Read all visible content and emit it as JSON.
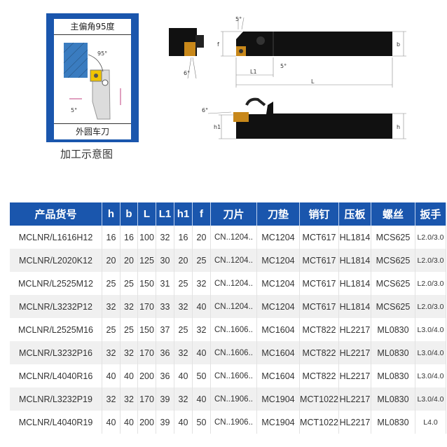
{
  "demo": {
    "top_caption": "主偏角95度",
    "bottom_caption": "外圆车刀",
    "label": "加工示意图",
    "angle": "95°",
    "angle2": "5°"
  },
  "drawing": {
    "angle_5a": "5°",
    "angle_5b": "5°",
    "angle_6a": "6°",
    "angle_6b": "6°",
    "f": "f",
    "b": "b",
    "L": "L",
    "L1": "L1",
    "h": "h",
    "h1": "h1"
  },
  "table": {
    "headers": [
      "产品货号",
      "h",
      "b",
      "L",
      "L1",
      "h1",
      "f",
      "刀片",
      "刀垫",
      "销钉",
      "压板",
      "螺丝",
      "扳手"
    ],
    "rows": [
      [
        "MCLNR/L1616H12",
        "16",
        "16",
        "100",
        "32",
        "16",
        "20",
        "CN..1204..",
        "MC1204",
        "MCT617",
        "HL1814",
        "MCS625",
        "L2.0/3.0"
      ],
      [
        "MCLNR/L2020K12",
        "20",
        "20",
        "125",
        "30",
        "20",
        "25",
        "CN..1204..",
        "MC1204",
        "MCT617",
        "HL1814",
        "MCS625",
        "L2.0/3.0"
      ],
      [
        "MCLNR/L2525M12",
        "25",
        "25",
        "150",
        "31",
        "25",
        "32",
        "CN..1204..",
        "MC1204",
        "MCT617",
        "HL1814",
        "MCS625",
        "L2.0/3.0"
      ],
      [
        "MCLNR/L3232P12",
        "32",
        "32",
        "170",
        "33",
        "32",
        "40",
        "CN..1204..",
        "MC1204",
        "MCT617",
        "HL1814",
        "MCS625",
        "L2.0/3.0"
      ],
      [
        "MCLNR/L2525M16",
        "25",
        "25",
        "150",
        "37",
        "25",
        "32",
        "CN..1606..",
        "MC1604",
        "MCT822",
        "HL2217",
        "ML0830",
        "L3.0/4.0"
      ],
      [
        "MCLNR/L3232P16",
        "32",
        "32",
        "170",
        "36",
        "32",
        "40",
        "CN..1606..",
        "MC1604",
        "MCT822",
        "HL2217",
        "ML0830",
        "L3.0/4.0"
      ],
      [
        "MCLNR/L4040R16",
        "40",
        "40",
        "200",
        "36",
        "40",
        "50",
        "CN..1606..",
        "MC1604",
        "MCT822",
        "HL2217",
        "ML0830",
        "L3.0/4.0"
      ],
      [
        "MCLNR/L3232P19",
        "32",
        "32",
        "170",
        "39",
        "32",
        "40",
        "CN..1906..",
        "MC1904",
        "MCT1022",
        "HL2217",
        "ML0830",
        "L3.0/4.0"
      ],
      [
        "MCLNR/L4040R19",
        "40",
        "40",
        "200",
        "39",
        "40",
        "50",
        "CN..1906..",
        "MC1904",
        "MCT1022",
        "HL2217",
        "ML0830",
        "L4.0"
      ]
    ]
  }
}
